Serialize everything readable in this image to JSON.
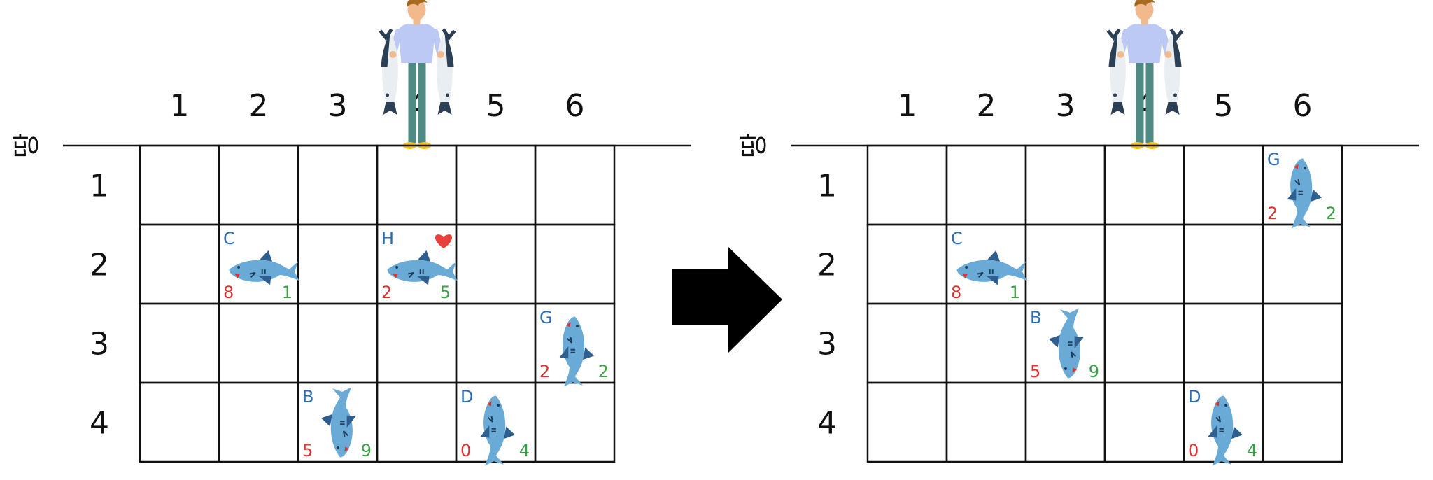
{
  "diagram": {
    "land_label": "땅",
    "columns": [
      "1",
      "2",
      "3",
      "4",
      "5",
      "6"
    ],
    "rows": [
      "1",
      "2",
      "3",
      "4"
    ],
    "colors": {
      "shark_body": "#6aaad6",
      "shark_dark": "#2e5f8f",
      "letter": "#2a6db5",
      "size": "#e03030",
      "speed": "#3aa245",
      "grid": "#111111",
      "arrow": "#000000",
      "heart": "#e8403a"
    },
    "panels": [
      {
        "sharks": [
          {
            "letter": "C",
            "row": 2,
            "col": 2,
            "size": "8",
            "speed": "1",
            "direction": "left"
          },
          {
            "letter": "H",
            "row": 2,
            "col": 4,
            "size": "2",
            "speed": "5",
            "direction": "left",
            "heart": true
          },
          {
            "letter": "G",
            "row": 3,
            "col": 6,
            "size": "2",
            "speed": "2",
            "direction": "up"
          },
          {
            "letter": "B",
            "row": 4,
            "col": 3,
            "size": "5",
            "speed": "9",
            "direction": "down"
          },
          {
            "letter": "D",
            "row": 4,
            "col": 5,
            "size": "0",
            "speed": "4",
            "direction": "up"
          }
        ]
      },
      {
        "sharks": [
          {
            "letter": "G",
            "row": 1,
            "col": 6,
            "size": "2",
            "speed": "2",
            "direction": "up"
          },
          {
            "letter": "C",
            "row": 2,
            "col": 2,
            "size": "8",
            "speed": "1",
            "direction": "left"
          },
          {
            "letter": "B",
            "row": 3,
            "col": 3,
            "size": "5",
            "speed": "9",
            "direction": "down"
          },
          {
            "letter": "D",
            "row": 4,
            "col": 5,
            "size": "0",
            "speed": "4",
            "direction": "up"
          }
        ]
      }
    ],
    "arrow_icon": "right-arrow-icon",
    "fisherman_icon": "fisherman-icon",
    "heart_icon": "heart-icon"
  }
}
